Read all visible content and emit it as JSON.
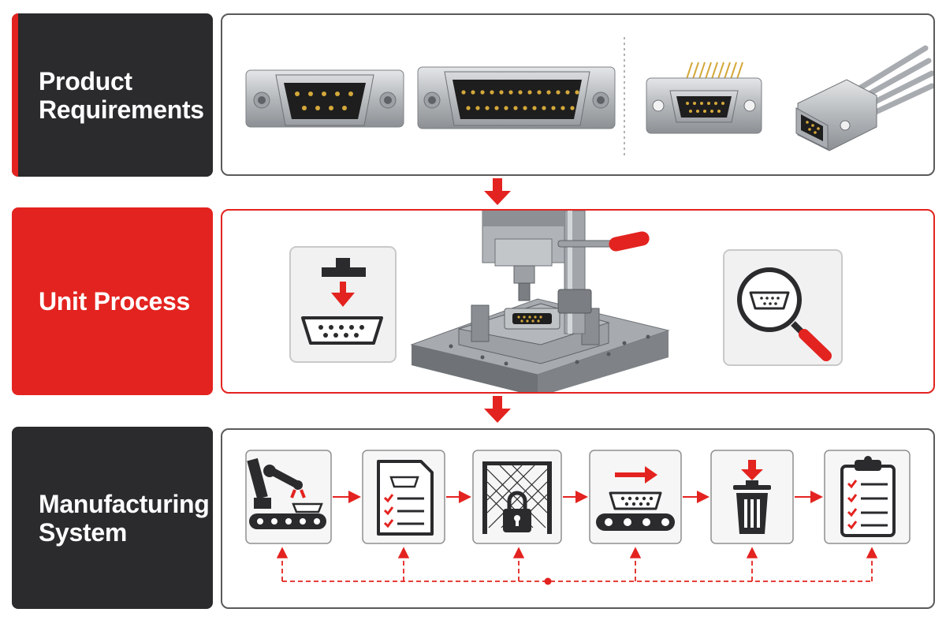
{
  "rows": [
    {
      "id": "product-requirements",
      "label": "Product\nRequirements",
      "style": "dark"
    },
    {
      "id": "unit-process",
      "label": "Unit Process",
      "style": "red"
    },
    {
      "id": "manufacturing-system",
      "label": "Manufacturing\nSystem",
      "style": "dark"
    }
  ],
  "product_requirements": {
    "items": [
      {
        "name": "db9-male-connector-photo"
      },
      {
        "name": "db25-male-connector-photo"
      },
      {
        "name": "micro-d-pcb-connector-photo"
      },
      {
        "name": "micro-d-cable-connector-photo"
      }
    ]
  },
  "unit_process": {
    "left_icon": "press-insert-icon",
    "center": "press-machine-illustration",
    "right_icon": "magnify-inspect-icon"
  },
  "manufacturing_system": {
    "steps": [
      {
        "icon": "robot-arm-conveyor-icon"
      },
      {
        "icon": "checklist-document-icon"
      },
      {
        "icon": "safety-fence-lock-icon"
      },
      {
        "icon": "conveyor-transfer-icon"
      },
      {
        "icon": "trash-reject-icon"
      },
      {
        "icon": "clipboard-checklist-icon"
      }
    ]
  },
  "colors": {
    "accent": "#e3231f",
    "dark": "#2b2a2c",
    "panel_border": "#5a5a5a",
    "metal": "#b9bcbf"
  }
}
